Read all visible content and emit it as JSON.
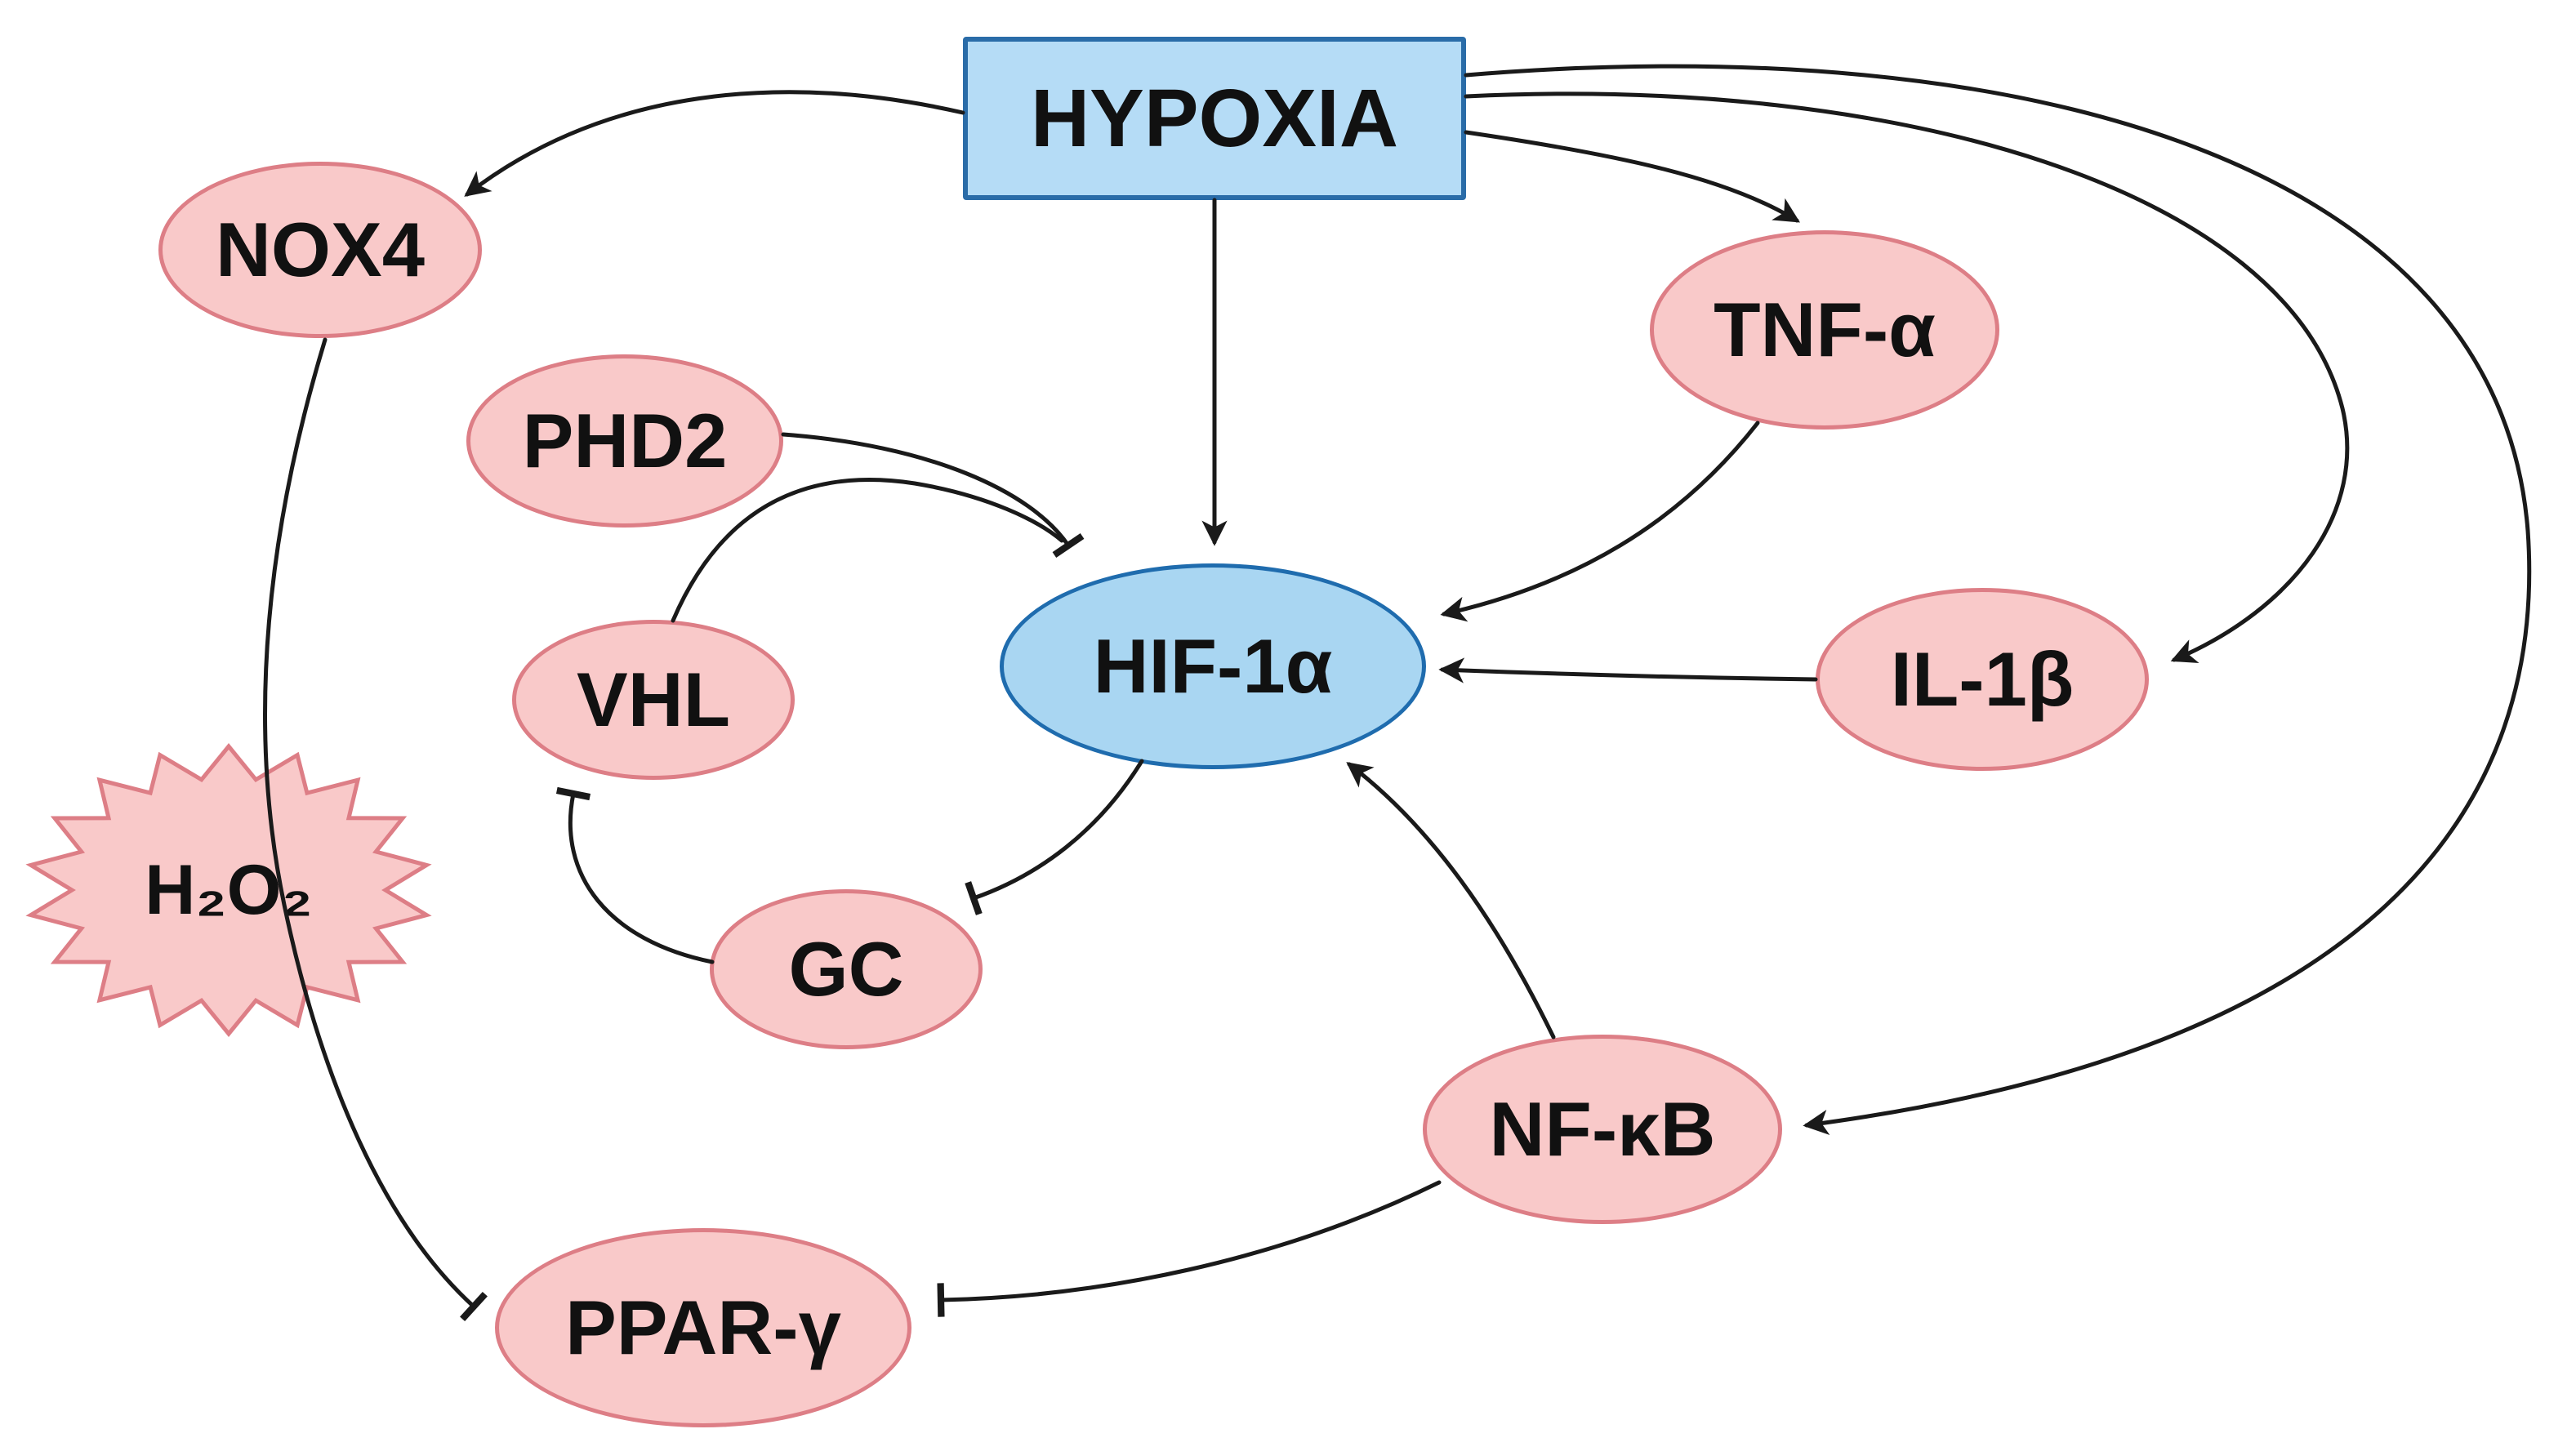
{
  "diagram": {
    "type": "signaling-pathway",
    "background": "#ffffff",
    "colors": {
      "highlight_fill": "#a9d6f2",
      "highlight_border": "#1f6cae",
      "node_fill": "#f9c9c9",
      "node_border": "#dd7e86",
      "edge": "#1a1a1a"
    },
    "nodes": {
      "hypoxia": {
        "label": "HYPOXIA",
        "shape": "rectangle",
        "color": "blue"
      },
      "nox4": {
        "label": "NOX4",
        "shape": "ellipse",
        "color": "pink"
      },
      "tnfa": {
        "label": "TNF-α",
        "shape": "ellipse",
        "color": "pink"
      },
      "phd2": {
        "label": "PHD2",
        "shape": "ellipse",
        "color": "pink"
      },
      "hif1a": {
        "label": "HIF-1α",
        "shape": "ellipse",
        "color": "blue"
      },
      "il1b": {
        "label": "IL-1β",
        "shape": "ellipse",
        "color": "pink"
      },
      "vhl": {
        "label": "VHL",
        "shape": "ellipse",
        "color": "pink"
      },
      "h2o2": {
        "label": "H₂O₂",
        "shape": "starburst",
        "color": "pink"
      },
      "gc": {
        "label": "GC",
        "shape": "ellipse",
        "color": "pink"
      },
      "nfkb": {
        "label": "NF-κB",
        "shape": "ellipse",
        "color": "pink"
      },
      "ppary": {
        "label": "PPAR-γ",
        "shape": "ellipse",
        "color": "pink"
      }
    },
    "edges": [
      {
        "from": "HYPOXIA",
        "to": "NOX4",
        "type": "activation"
      },
      {
        "from": "HYPOXIA",
        "to": "HIF-1α",
        "type": "activation"
      },
      {
        "from": "HYPOXIA",
        "to": "TNF-α",
        "type": "activation"
      },
      {
        "from": "HYPOXIA",
        "to": "IL-1β",
        "type": "activation"
      },
      {
        "from": "HYPOXIA",
        "to": "NF-κB",
        "type": "activation"
      },
      {
        "from": "PHD2",
        "to": "HIF-1α",
        "type": "inhibition"
      },
      {
        "from": "VHL",
        "to": "HIF-1α",
        "type": "inhibition"
      },
      {
        "from": "HIF-1α",
        "to": "GC",
        "type": "inhibition"
      },
      {
        "from": "GC",
        "to": "VHL",
        "type": "inhibition"
      },
      {
        "from": "TNF-α",
        "to": "HIF-1α",
        "type": "activation"
      },
      {
        "from": "IL-1β",
        "to": "HIF-1α",
        "type": "activation"
      },
      {
        "from": "NF-κB",
        "to": "HIF-1α",
        "type": "activation"
      },
      {
        "from": "NF-κB",
        "to": "PPAR-γ",
        "type": "inhibition"
      },
      {
        "from": "NOX4",
        "via": "H₂O₂",
        "to": "PPAR-γ",
        "type": "inhibition"
      }
    ]
  }
}
